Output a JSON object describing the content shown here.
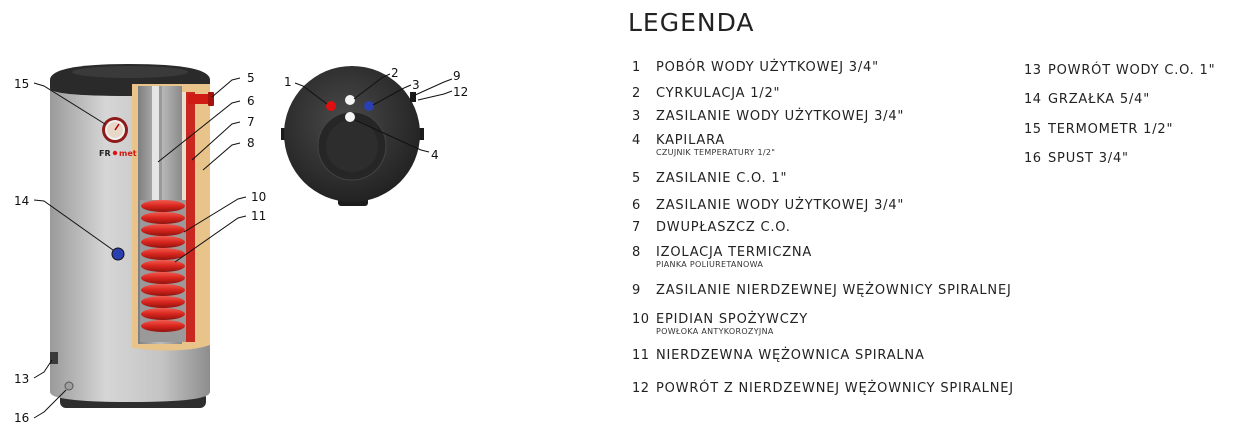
{
  "legend": {
    "title": "LEGENDA",
    "items": [
      {
        "num": "1",
        "label": "POBÓR WODY UŻYTKOWEJ 3/4\"",
        "sub": ""
      },
      {
        "num": "2",
        "label": "CYRKULACJA 1/2\"",
        "sub": ""
      },
      {
        "num": "3",
        "label": "ZASILANIE WODY UŻYTKOWEJ 3/4\"",
        "sub": ""
      },
      {
        "num": "4",
        "label": "KAPILARA",
        "sub": "CZUJNIK TEMPERATURY 1/2\""
      },
      {
        "num": "5",
        "label": "ZASILANIE C.O. 1\"",
        "sub": ""
      },
      {
        "num": "6",
        "label": "ZASILANIE WODY UŻYTKOWEJ 3/4\"",
        "sub": ""
      },
      {
        "num": "7",
        "label": "DWUPŁASZCZ C.O.",
        "sub": ""
      },
      {
        "num": "8",
        "label": "IZOLACJA TERMICZNA",
        "sub": "PIANKA POLIURETANOWA"
      },
      {
        "num": "9",
        "label": "ZASILANIE NIERDZEWNEJ WĘŻOWNICY SPIRALNEJ",
        "sub": ""
      },
      {
        "num": "10",
        "label": "EPIDIAN SPOŻYWCZY",
        "sub": "POWŁOKA ANTYKOROZYJNA"
      },
      {
        "num": "11",
        "label": "NIERDZEWNA WĘŻOWNICA SPIRALNA",
        "sub": ""
      },
      {
        "num": "12",
        "label": "POWRÓT Z NIERDZEWNEJ WĘŻOWNICY SPIRALNEJ",
        "sub": ""
      },
      {
        "num": "13",
        "label": "POWRÓT WODY C.O. 1\"",
        "sub": ""
      },
      {
        "num": "14",
        "label": "GRZAŁKA 5/4\"",
        "sub": ""
      },
      {
        "num": "15",
        "label": "TERMOMETR 1/2\"",
        "sub": ""
      },
      {
        "num": "16",
        "label": "SPUST 3/4\"",
        "sub": ""
      }
    ]
  },
  "diagram": {
    "brand_text": "FR",
    "brand_suffix": "met",
    "callouts": {
      "c1": "1",
      "c2": "2",
      "c3": "3",
      "c4": "4",
      "c5": "5",
      "c6": "6",
      "c7": "7",
      "c8": "8",
      "c9": "9",
      "c10": "10",
      "c11": "11",
      "c12": "12",
      "c13": "13",
      "c14": "14",
      "c15": "15",
      "c16": "16"
    }
  },
  "colors": {
    "tank_gray": "#c9c9c9",
    "cap_dark": "#2b2b2b",
    "insulation": "#e8c48a",
    "coil_red": "#d8261e",
    "hot_red": "#e01010",
    "cold_blue": "#2a3fb0",
    "white_port": "#f5f5f5"
  }
}
